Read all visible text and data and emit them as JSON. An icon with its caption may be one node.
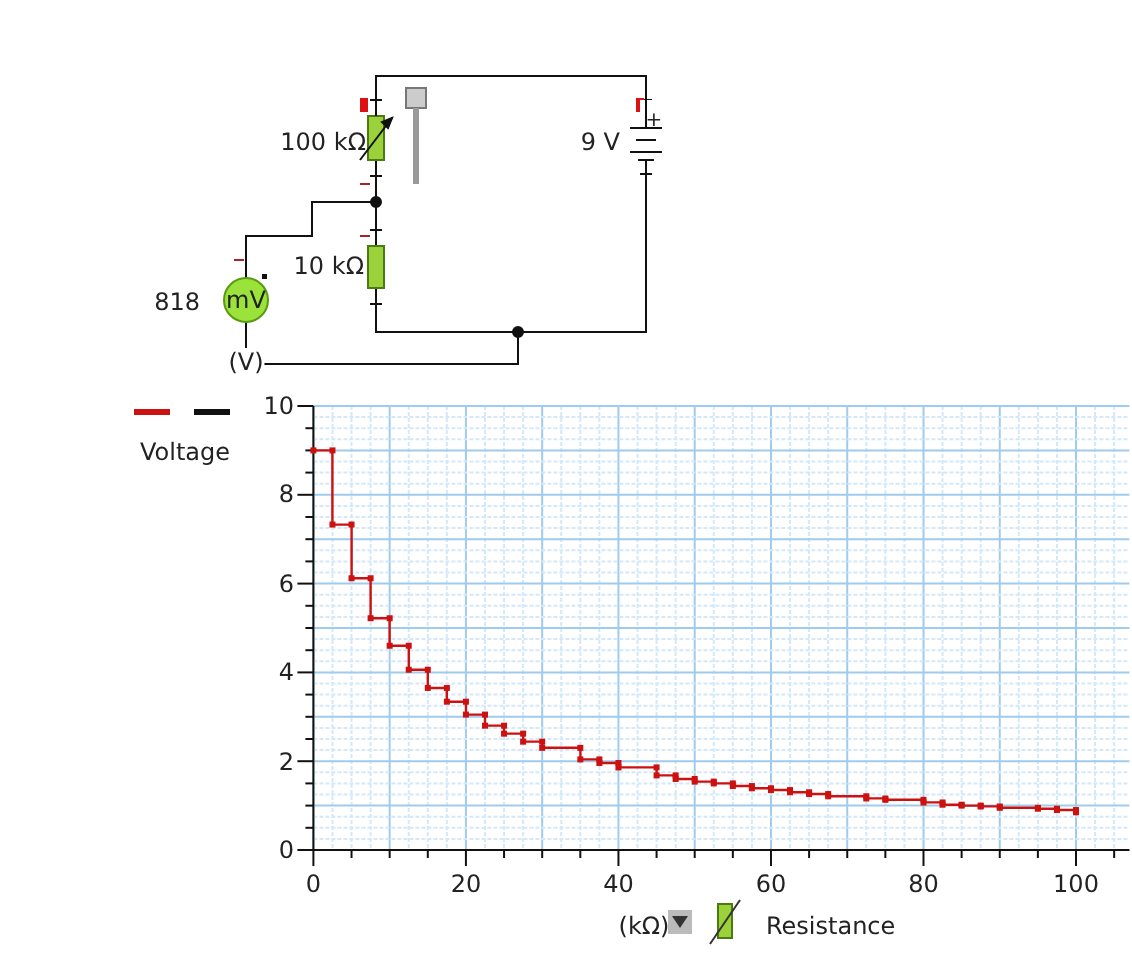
{
  "diagram": {
    "labels": [
      "100 kΩ",
      "9 V",
      "+",
      "10 kΩ",
      "818",
      "mV",
      "(V)",
      "(kΩ)"
    ],
    "legend": [
      {
        "text": "Voltage"
      }
    ],
    "chart_data": {
      "type": "line",
      "xlabel": "Resistance",
      "x": [
        0,
        2.5,
        2.5,
        5,
        5,
        7.5,
        7.5,
        10,
        10,
        12.5,
        12.5,
        15,
        15,
        17.5,
        17.5,
        20,
        20,
        22.5,
        22.5,
        25,
        25,
        27.5,
        27.5,
        30,
        30,
        35,
        35,
        37.5,
        37.5,
        40,
        40,
        45,
        45,
        47.5,
        47.5,
        50,
        50,
        52.5,
        52.5,
        55,
        55,
        57.5,
        57.5,
        60,
        60,
        62.5,
        62.5,
        65,
        65,
        67.5,
        67.5,
        72.5,
        72.5,
        75,
        75,
        80,
        80,
        82.5,
        82.5,
        85,
        85,
        87.5,
        87.5,
        90,
        90,
        95,
        95,
        97.5,
        97.5,
        100,
        100
      ],
      "series": [
        {
          "color": "#cc1111",
          "marker": "square",
          "values": [
            9,
            9,
            7.33,
            7.33,
            6.12,
            6.12,
            5.22,
            5.22,
            4.6,
            4.6,
            4.06,
            4.06,
            3.65,
            3.65,
            3.34,
            3.34,
            3.05,
            3.05,
            2.8,
            2.8,
            2.62,
            2.62,
            2.44,
            2.44,
            2.3,
            2.3,
            2.04,
            2.04,
            1.96,
            1.96,
            1.86,
            1.86,
            1.68,
            1.68,
            1.6,
            1.6,
            1.54,
            1.54,
            1.5,
            1.5,
            1.44,
            1.44,
            1.39,
            1.39,
            1.35,
            1.35,
            1.3,
            1.3,
            1.26,
            1.26,
            1.21,
            1.21,
            1.16,
            1.16,
            1.13,
            1.13,
            1.07,
            1.07,
            1.02,
            1.02,
            1.0,
            1.0,
            0.98,
            0.98,
            0.95,
            0.95,
            0.93,
            0.93,
            0.9,
            0.9,
            0.85
          ]
        }
      ],
      "grid": true,
      "xlim": [
        0,
        107
      ],
      "ylim": [
        0,
        10
      ],
      "xticks": [
        0,
        20,
        40,
        60,
        80,
        100
      ],
      "yticks": [
        0,
        2,
        4,
        6,
        8,
        10
      ]
    }
  }
}
